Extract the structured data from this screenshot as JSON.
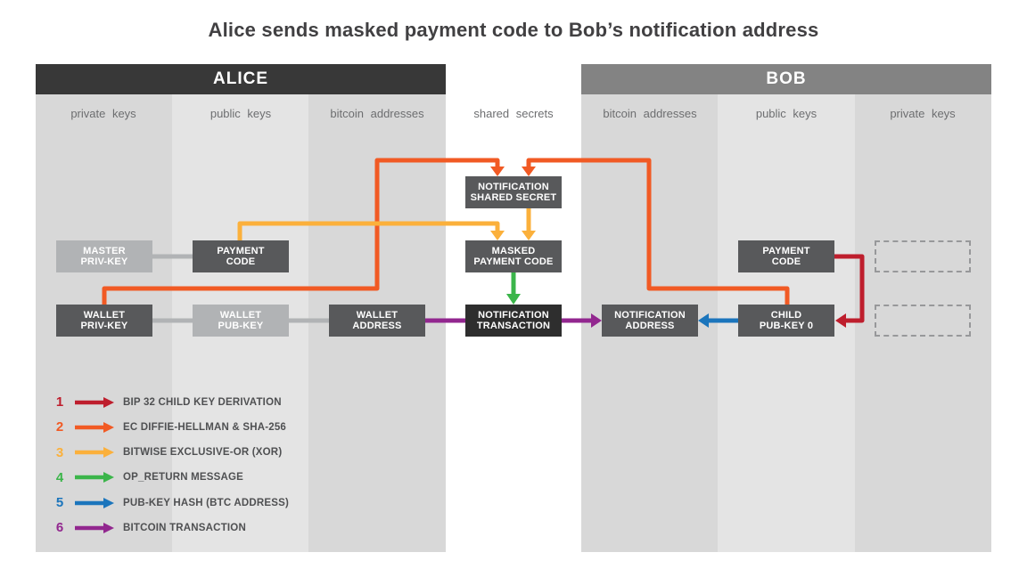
{
  "title": "Alice sends masked payment code to Bob’s notification address",
  "alice": {
    "header": "ALICE",
    "columns": [
      "private keys",
      "public keys",
      "bitcoin addresses"
    ]
  },
  "shared": {
    "column": "shared secrets"
  },
  "bob": {
    "header": "BOB",
    "columns": [
      "bitcoin addresses",
      "public keys",
      "private keys"
    ]
  },
  "boxes": {
    "master_priv_key": {
      "line1": "MASTER",
      "line2": "PRIV-KEY"
    },
    "payment_code_alice": {
      "line1": "PAYMENT",
      "line2": "CODE"
    },
    "wallet_priv_key": {
      "line1": "WALLET",
      "line2": "PRIV-KEY"
    },
    "wallet_pub_key": {
      "line1": "WALLET",
      "line2": "PUB-KEY"
    },
    "wallet_address": {
      "line1": "WALLET",
      "line2": "ADDRESS"
    },
    "notification_shared_secret": {
      "line1": "NOTIFICATION",
      "line2": "SHARED SECRET"
    },
    "masked_payment_code": {
      "line1": "MASKED",
      "line2": "PAYMENT CODE"
    },
    "notification_transaction": {
      "line1": "NOTIFICATION",
      "line2": "TRANSACTION"
    },
    "notification_address": {
      "line1": "NOTIFICATION",
      "line2": "ADDRESS"
    },
    "child_pub_key_0": {
      "line1": "CHILD",
      "line2": "PUB-KEY 0"
    },
    "payment_code_bob": {
      "line1": "PAYMENT",
      "line2": "CODE"
    }
  },
  "legend": {
    "items": [
      {
        "num": "1",
        "label": "BIP 32 CHILD KEY DERIVATION",
        "color": "#be1e2d"
      },
      {
        "num": "2",
        "label": "EC DIFFIE-HELLMAN & SHA-256",
        "color": "#f15a24"
      },
      {
        "num": "3",
        "label": "BITWISE EXCLUSIVE-OR (XOR)",
        "color": "#fbb03b"
      },
      {
        "num": "4",
        "label": "OP_RETURN MESSAGE",
        "color": "#3bb54a"
      },
      {
        "num": "5",
        "label": "PUB-KEY HASH (BTC ADDRESS)",
        "color": "#1b75bc"
      },
      {
        "num": "6",
        "label": "BITCOIN TRANSACTION",
        "color": "#92278f"
      }
    ]
  },
  "colors": {
    "red": "#be1e2d",
    "orange": "#f15a24",
    "yellow": "#fbb03b",
    "green": "#3bb54a",
    "blue": "#1b75bc",
    "purple": "#92278f",
    "connector": "#b1b3b5"
  }
}
